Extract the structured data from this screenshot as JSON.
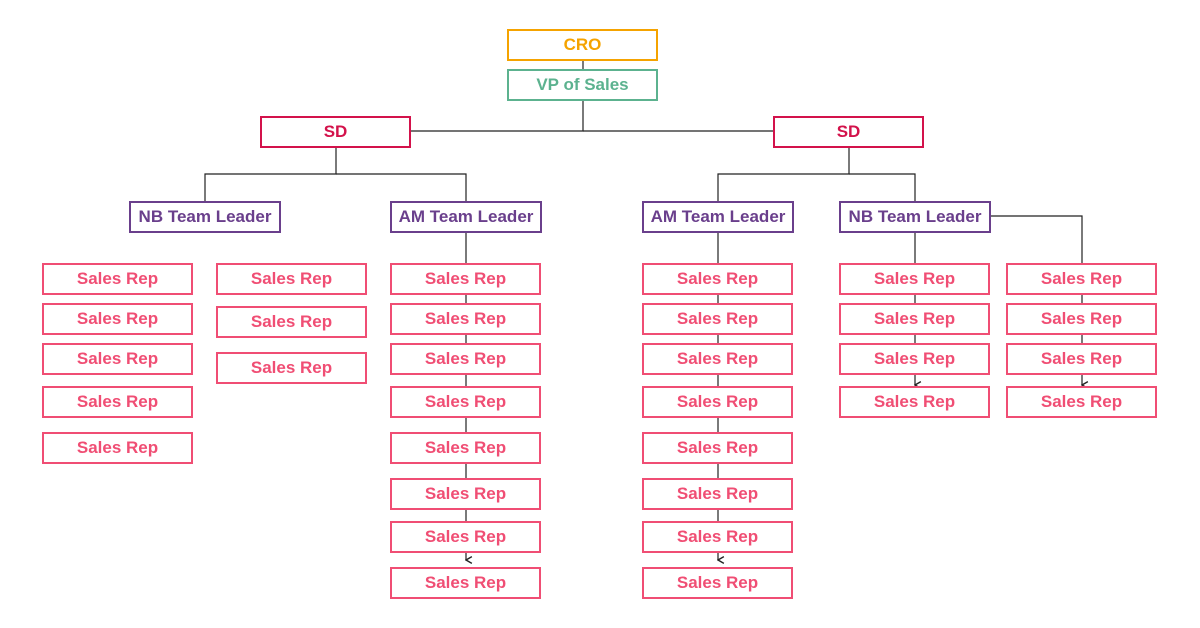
{
  "colors": {
    "cro": "#f5a300",
    "vp": "#5cb28f",
    "sd": "#d3124b",
    "team_leader": "#6a3f8c",
    "sales_rep": "#f04e74",
    "line": "#222222"
  },
  "org": {
    "cro": {
      "label": "CRO"
    },
    "vp": {
      "label": "VP of Sales"
    },
    "sales_directors": [
      {
        "label": "SD",
        "team_leaders": [
          {
            "label": "NB Team Leader",
            "sales_reps": [
              "Sales Rep",
              "Sales Rep",
              "Sales Rep",
              "Sales Rep",
              "Sales Rep",
              "Sales Rep",
              "Sales Rep",
              "Sales Rep"
            ]
          },
          {
            "label": "AM Team Leader",
            "sales_reps": [
              "Sales Rep",
              "Sales Rep",
              "Sales Rep",
              "Sales Rep",
              "Sales Rep",
              "Sales Rep",
              "Sales Rep",
              "Sales Rep"
            ]
          }
        ]
      },
      {
        "label": "SD",
        "team_leaders": [
          {
            "label": "AM Team Leader",
            "sales_reps": [
              "Sales Rep",
              "Sales Rep",
              "Sales Rep",
              "Sales Rep",
              "Sales Rep",
              "Sales Rep",
              "Sales Rep",
              "Sales Rep"
            ]
          },
          {
            "label": "NB Team Leader",
            "sales_reps": [
              "Sales Rep",
              "Sales Rep",
              "Sales Rep",
              "Sales Rep",
              "Sales Rep",
              "Sales Rep",
              "Sales Rep",
              "Sales Rep"
            ]
          }
        ]
      }
    ]
  }
}
